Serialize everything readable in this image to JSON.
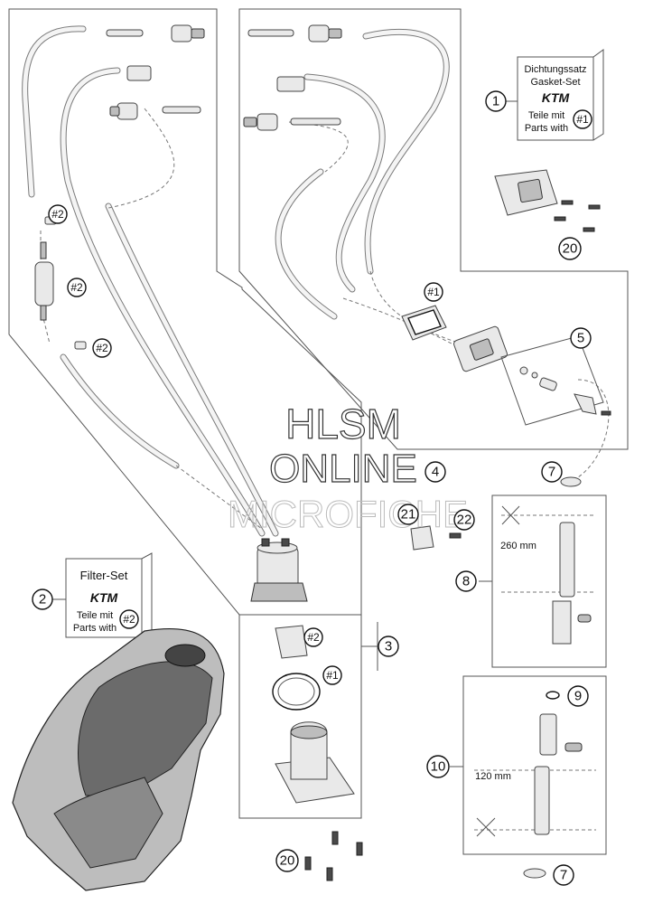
{
  "callouts": {
    "n1": "1",
    "n2": "2",
    "n3": "3",
    "n4": "4",
    "n5": "5",
    "n7": "7",
    "n8": "8",
    "n9": "9",
    "n10": "10",
    "n20": "20",
    "n21": "21",
    "n22": "22"
  },
  "refs": {
    "r1": "#1",
    "r2": "#2"
  },
  "gasket_set": {
    "line1": "Dichtungssatz",
    "line2": "Gasket-Set",
    "brand": "KTM",
    "line3": "Teile mit",
    "line4": "Parts with",
    "ref": "#1"
  },
  "filter_set": {
    "line1": "Filter-Set",
    "brand": "KTM",
    "line3": "Teile mit",
    "line4": "Parts with",
    "ref": "#2"
  },
  "measurements": {
    "hose_8": "260 mm",
    "hose_10": "120 mm"
  },
  "watermark": {
    "line1": "HLSM",
    "line2": "ONLINE",
    "line3": "MICROFICHE"
  }
}
